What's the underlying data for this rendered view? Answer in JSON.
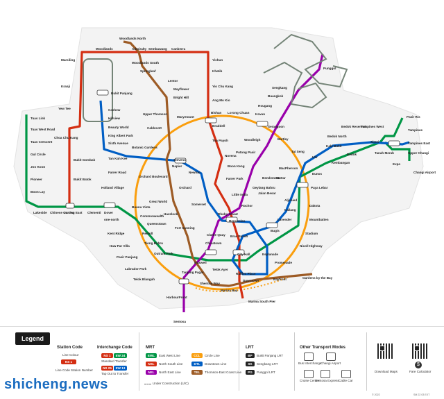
{
  "colors": {
    "ewl": "#009645",
    "nsl": "#d42e12",
    "nel": "#9900aa",
    "ccl": "#fa9e0d",
    "dtl": "#005ec4",
    "tel": "#9d5b25",
    "lrt": "#748477",
    "land": "#f3f3f3"
  },
  "stations": {
    "woodlands_north": "Woodlands North",
    "woodlands": "Woodlands",
    "admiralty": "Admiralty",
    "sembawang": "Sembawang",
    "canberra": "Canberra",
    "yishun": "Yishun",
    "khatib": "Khatib",
    "marsiling": "Marsiling",
    "kranji": "Kranji",
    "woodlands_south": "Woodlands South",
    "springleaf": "Springleaf",
    "lentor": "Lentor",
    "mayflower": "Mayflower",
    "bright_hill": "Bright Hill",
    "yio_chu_kang": "Yio Chu Kang",
    "ang_mo_kio": "Ang Mo Kio",
    "yew_tee": "Yew Tee",
    "choa_chu_kang": "Choa Chu Kang",
    "bukit_panjang": "Bukit Panjang",
    "cashew": "Cashew",
    "hillview": "Hillview",
    "beauty_world": "Beauty World",
    "king_albert_park": "King Albert Park",
    "sixth_avenue": "Sixth Avenue",
    "tan_kah_kee": "Tan Kah Kee",
    "botanic_gardens": "Botanic Gardens",
    "upper_thomson": "Upper Thomson",
    "caldecott": "Caldecott",
    "marymount": "Marymount",
    "bishan": "Bishan",
    "lorong_chuan": "Lorong Chuan",
    "braddell": "Braddell",
    "toa_payoh": "Toa Payoh",
    "novena": "Novena",
    "newton": "Newton",
    "stevens": "Stevens",
    "napier": "Napier",
    "orchard_boulevard": "Orchard Boulevard",
    "orchard": "Orchard",
    "somerset": "Somerset",
    "dhoby_ghaut": "Dhoby Ghaut",
    "city_hall": "City Hall",
    "raffles_place": "Raffles Place",
    "marina_bay": "Marina Bay",
    "marina_south_pier": "Marina South Pier",
    "tuas_link": "Tuas Link",
    "tuas_west_road": "Tuas West Road",
    "tuas_crescent": "Tuas Crescent",
    "gul_circle": "Gul Circle",
    "joo_koon": "Joo Koon",
    "pioneer": "Pioneer",
    "boon_lay": "Boon Lay",
    "lakeside": "Lakeside",
    "chinese_garden": "Chinese Garden",
    "jurong_east": "Jurong East",
    "clementi": "Clementi",
    "dover": "Dover",
    "buona_vista": "Buona Vista",
    "commonwealth": "Commonwealth",
    "queenstown": "Queenstown",
    "redhill": "Redhill",
    "tiong_bahru": "Tiong Bahru",
    "outram_park": "Outram Park",
    "tanjong_pagar": "Tanjong Pagar",
    "bukit_gombak": "Bukit Gombak",
    "bukit_batok": "Bukit Batok",
    "farrer_road": "Farrer Road",
    "holland_village": "Holland Village",
    "one_north": "one-north",
    "kent_ridge": "Kent Ridge",
    "haw_par_villa": "Haw Par Villa",
    "pasir_panjang": "Pasir Panjang",
    "labrador_park": "Labrador Park",
    "telok_blangah": "Telok Blangah",
    "harbourfront": "HarbourFront",
    "great_world": "Great World",
    "havelock": "Havelock",
    "fort_canning": "Fort Canning",
    "maxwell": "Maxwell",
    "shenton_way": "Shenton Way",
    "telok_ayer": "Telok Ayer",
    "chinatown": "Chinatown",
    "clarke_quay": "Clarke Quay",
    "bencoolen": "Bencoolen",
    "bras_basah": "Bras Basah",
    "esplanade": "Esplanade",
    "promenade": "Promenade",
    "bayfront": "Bayfront",
    "downtown": "Downtown",
    "gardens_by_the_bay": "Gardens by the Bay",
    "little_india": "Little India",
    "farrer_park": "Farrer Park",
    "boon_keng": "Boon Keng",
    "potong_pasir": "Potong Pasir",
    "woodleigh": "Woodleigh",
    "serangoon": "Serangoon",
    "kovan": "Kovan",
    "hougang": "Hougang",
    "buangkok": "Buangkok",
    "sengkang": "Sengkang",
    "punggol": "Punggol",
    "bartley": "Bartley",
    "tai_seng": "Tai Seng",
    "macpherson": "MacPherson",
    "ubi": "Ubi",
    "kaki_bukit": "Kaki Bukit",
    "bedok_north": "Bedok North",
    "bedok_reservoir": "Bedok Reservoir",
    "tampines_west": "Tampines West",
    "tampines": "Tampines",
    "tampines_east": "Tampines East",
    "upper_changi": "Upper Changi",
    "expo": "Expo",
    "changi_airport": "Changi Airport",
    "pasir_ris": "Pasir Ris",
    "simei": "Simei",
    "tanah_merah": "Tanah Merah",
    "bedok": "Bedok",
    "kembangan": "Kembangan",
    "eunos": "Eunos",
    "paya_lebar": "Paya Lebar",
    "aljunied": "Aljunied",
    "kallang": "Kallang",
    "lavender": "Lavender",
    "bugis": "Bugis",
    "rochor": "Rochor",
    "jalan_besar": "Jalan Besar",
    "bendemeer": "Bendemeer",
    "geylang_bahru": "Geylang Bahru",
    "mattar": "Mattar",
    "dakota": "Dakota",
    "mountbatten": "Mountbatten",
    "stadium": "Stadium",
    "nicoll_highway": "Nicoll Highway",
    "sentosa": "Sentosa"
  },
  "legend": {
    "title": "Legend",
    "station_code": "Station Code",
    "line_colour": "Line Colour",
    "line_code": "Line Code",
    "station_number": "Station Number",
    "sample_code": "NS 1",
    "interchange_code": "Interchange Code",
    "standard_transfer": "Standard Transfer",
    "paid_transfer": "Tap Out to Transfer",
    "ic1_a": "NS 1",
    "ic1_b": "EW 24",
    "ic2_a": "NS 25",
    "ic2_b": "EW 13",
    "mrt": "MRT",
    "lrt": "LRT",
    "lines": [
      {
        "code": "EWL",
        "name": "East West Line",
        "color": "#009645"
      },
      {
        "code": "NSL",
        "name": "North South Line",
        "color": "#d42e12"
      },
      {
        "code": "NEL",
        "name": "North East Line",
        "color": "#9900aa"
      },
      {
        "code": "CCL",
        "name": "Circle Line",
        "color": "#fa9e0d"
      },
      {
        "code": "DTL",
        "name": "Downtown Line",
        "color": "#005ec4"
      },
      {
        "code": "TEL",
        "name": "Thomson-East Coast Line",
        "color": "#9d5b25"
      }
    ],
    "under_construction": "Under Construction (U/C)",
    "lrt_lines": [
      {
        "code": "BP",
        "name": "Bukit Panjang LRT"
      },
      {
        "code": "SK",
        "name": "Sengkang LRT"
      },
      {
        "code": "PG",
        "name": "Punggol LRT"
      }
    ],
    "other_modes": "Other Transport Modes",
    "modes": [
      "Bus Interchange",
      "Changi Airport",
      "Cruise Centre",
      "Sentosa Express",
      "Cable Car"
    ],
    "download_maps": "Download Maps",
    "fare_calculator": "Fare Calculator",
    "copyright": "© 2022",
    "version": "SM 22 03 EXT"
  },
  "watermark": "shicheng.news"
}
